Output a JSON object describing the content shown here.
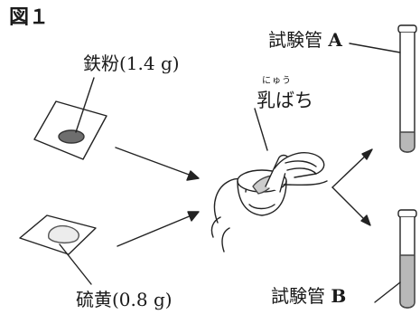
{
  "figure_label": "図１",
  "iron_label": "鉄粉(1.4 g)",
  "sulfur_label": "硫黄(0.8 g)",
  "mortar_ruby": "にゅう",
  "mortar_label": "乳ばち",
  "tube_a": {
    "name": "試験管",
    "tag": "A"
  },
  "tube_b": {
    "name": "試験管",
    "tag": "B"
  }
}
